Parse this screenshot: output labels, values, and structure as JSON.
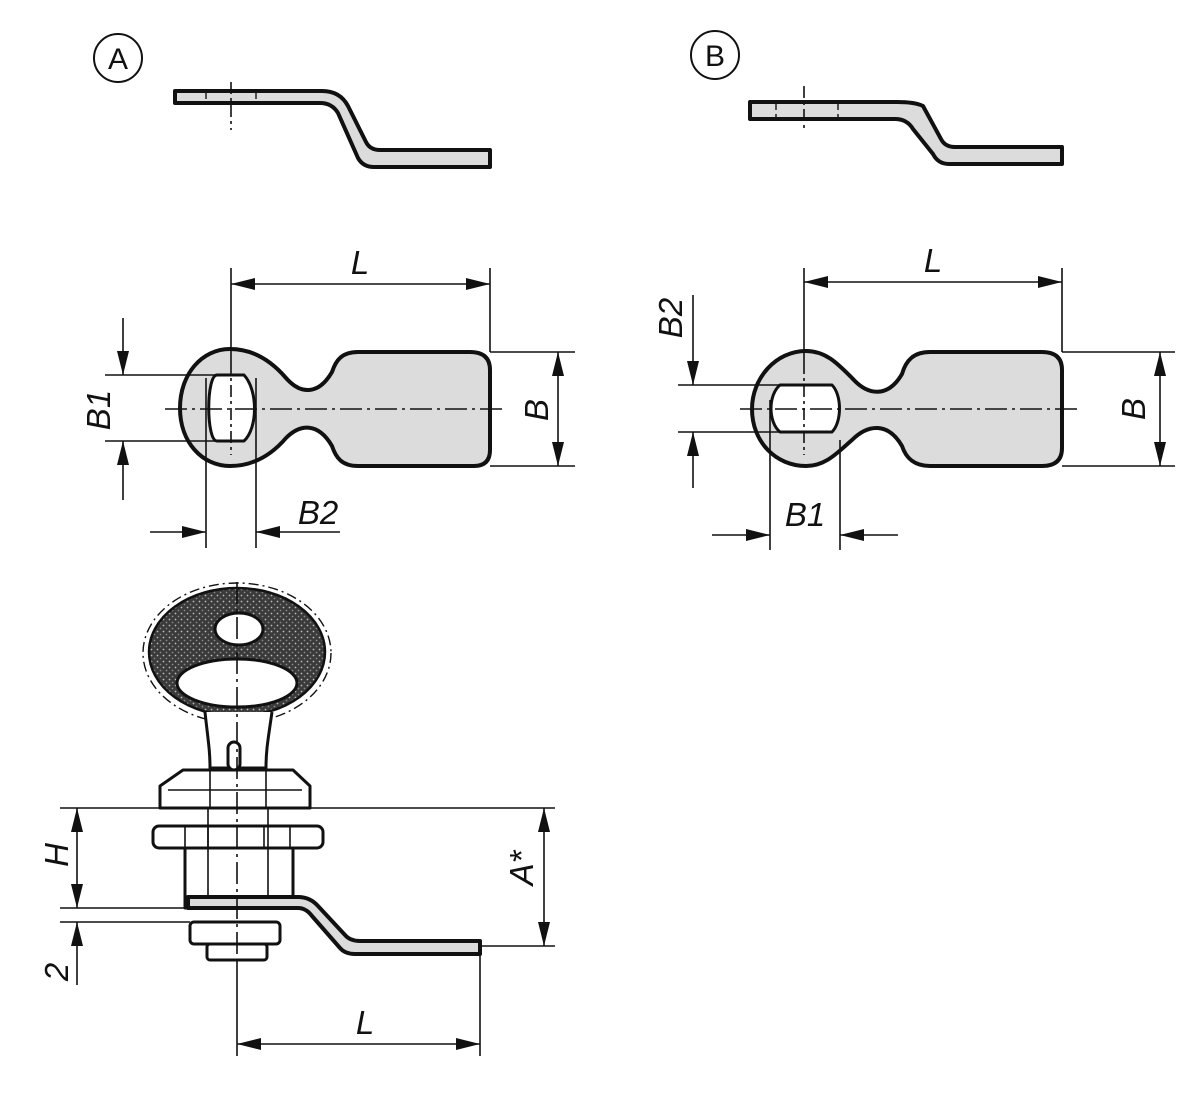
{
  "variant_a": {
    "marker": "A",
    "dim_length": "L",
    "dim_width": "B",
    "dim_b1": "B1",
    "dim_b2": "B2"
  },
  "variant_b": {
    "marker": "B",
    "dim_length": "L",
    "dim_width": "B",
    "dim_b1": "B1",
    "dim_b2": "B2"
  },
  "assembly": {
    "dim_height": "H",
    "dim_thickness": "2",
    "dim_a": "A*",
    "dim_length": "L"
  }
}
